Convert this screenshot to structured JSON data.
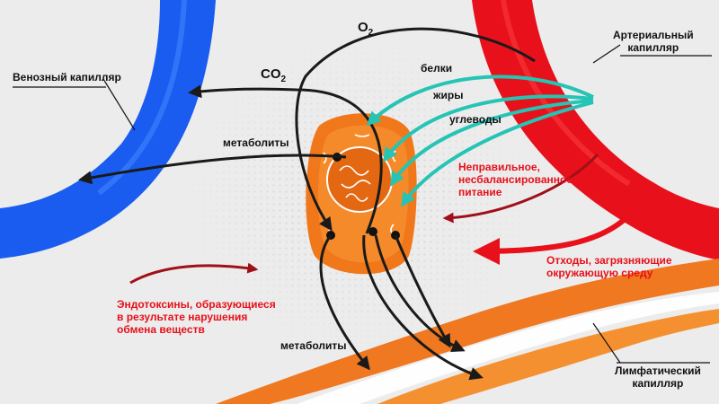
{
  "labels": {
    "venous": "Венозный капилляр",
    "arterial": "Артериальный\nкапилляр",
    "lymphatic": "Лимфатический\nкапилляр",
    "o2_main": "O",
    "o2_sub": "2",
    "co2_main": "CO",
    "co2_sub": "2",
    "proteins": "белки",
    "fats": "жиры",
    "carbs": "углеводы",
    "metabolites_top": "метаболиты",
    "metabolites_bottom": "метаболиты",
    "bad_nutrition": "Неправильное,\nнесбалансированное\nпитание",
    "waste": "Отходы, загрязняющие\nокружающую среду",
    "endotoxins": "Эндотоксины, образующиеся\nв результате нарушения\nобмена веществ"
  },
  "colors": {
    "venous": "#1a5cf0",
    "arterial": "#e8101a",
    "lymphatic": "#f07820",
    "nutrient_arrow": "#25c4b4",
    "cell": "#f0781a",
    "warning_text": "#e8101a"
  }
}
